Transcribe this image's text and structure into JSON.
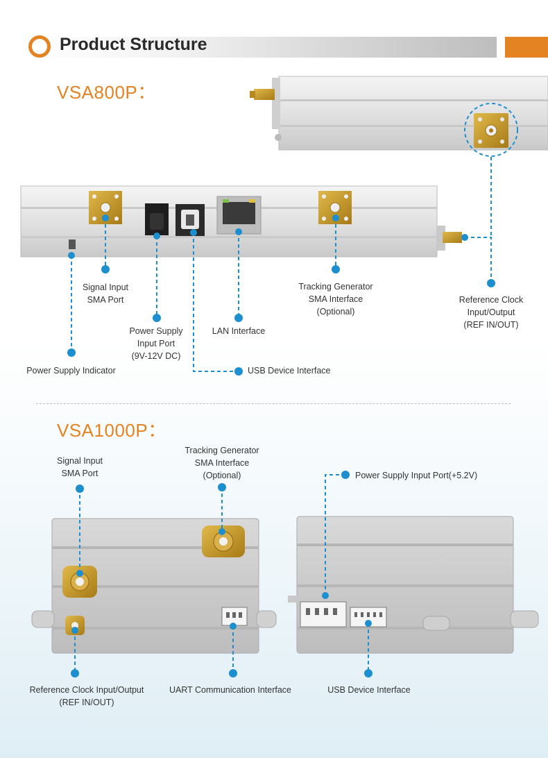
{
  "header": {
    "title": "Product Structure",
    "accent_color": "#e48322"
  },
  "vsa800": {
    "model": "VSA800P：",
    "labels": {
      "signal_input": [
        "Signal Input",
        "SMA Port"
      ],
      "power_input": [
        "Power Supply",
        "Input Port",
        "(9V-12V DC)"
      ],
      "lan": [
        "LAN Interface"
      ],
      "tracking": [
        "Tracking Generator",
        "SMA Interface",
        "(Optional)"
      ],
      "ref_clock": [
        "Reference Clock",
        "Input/Output",
        "(REF IN/OUT)"
      ],
      "indicator": [
        "Power Supply Indicator"
      ],
      "usb": [
        "USB Device Interface"
      ]
    }
  },
  "vsa1000": {
    "model": "VSA1000P：",
    "labels": {
      "signal_input": [
        "Signal Input",
        "SMA Port"
      ],
      "tracking": [
        "Tracking Generator",
        "SMA Interface",
        "(Optional)"
      ],
      "power_input": [
        "Power Supply Input Port(+5.2V)"
      ],
      "ref_clock": [
        "Reference Clock Input/Output",
        "(REF IN/OUT)"
      ],
      "uart": [
        "UART Communication Interface"
      ],
      "usb": [
        "USB Device Interface"
      ]
    }
  },
  "colors": {
    "leader": "#1d8fcf",
    "sma_gold": "#c79a2a",
    "chassis": "#d4d4d4"
  }
}
